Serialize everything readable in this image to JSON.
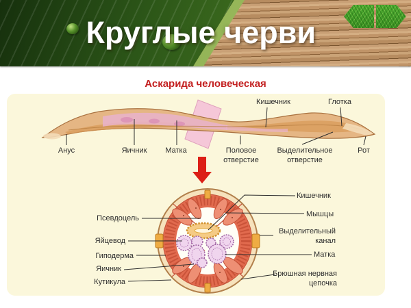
{
  "header": {
    "title": "Круглые черви"
  },
  "nav": {
    "prev_icon": "grass-arrow-left",
    "next_icon": "grass-arrow-right"
  },
  "diagram": {
    "subtitle": "Аскарида человеческая",
    "worm_labels_top": [
      "Кишечник",
      "Глотка"
    ],
    "worm_labels_bottom": [
      "Анус",
      "Яичник",
      "Матка",
      "Половое отверстие",
      "Выделительное отверстие",
      "Рот"
    ],
    "cross_labels_left": [
      "Псевдоцель",
      "Яйцевод",
      "Гиподерма",
      "Яичник",
      "Кутикула"
    ],
    "cross_labels_right": [
      "Кишечник",
      "Мышцы",
      "Выделительный канал",
      "Матка",
      "Брюшная нервная цепочка"
    ]
  },
  "colors": {
    "subtitle_red": "#c32020",
    "arrow_red": "#dc1f16",
    "panel_cream": "#fbf7db",
    "worm_body": "#e5b684",
    "muscle_ring": "#e16a4e",
    "gonad_purple": "#9e61a2",
    "intestine_orange": "#d08f2c",
    "grass_green": "#3c9124",
    "leaf_green": "#2c5618"
  }
}
